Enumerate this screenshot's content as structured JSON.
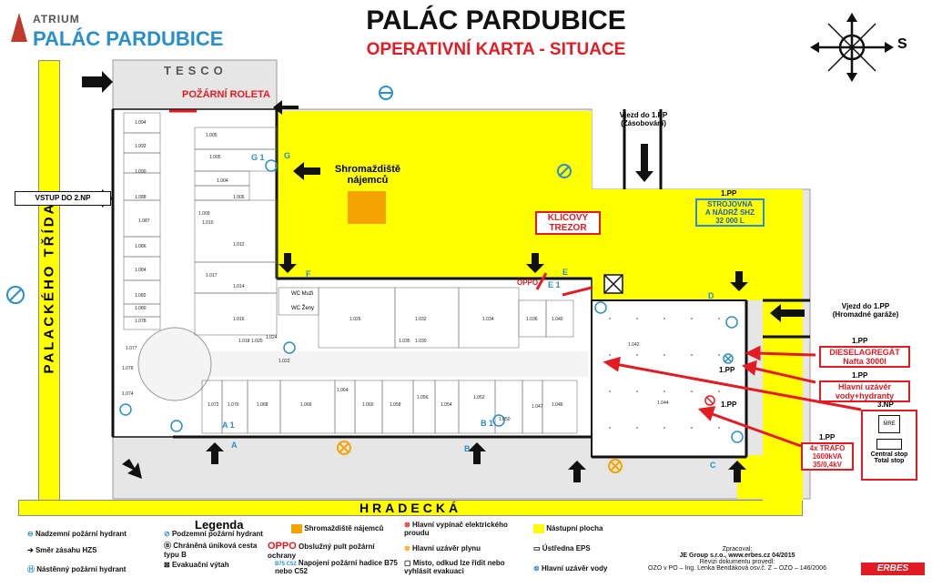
{
  "header": {
    "logo_small": "ATRIUM",
    "logo_big": "PALÁC PARDUBICE",
    "title": "PALÁC PARDUBICE",
    "subtitle": "OPERATIVNÍ KARTA - SITUACE",
    "compass_label": "S"
  },
  "streets": {
    "west": "PALACKÉHO TŘÍDA",
    "south": "HRADECKÁ"
  },
  "labels": {
    "tesco": "TESCO",
    "fire_shutter": "POŽÁRNÍ ROLETA",
    "entrance_2np": "VSTUP DO 2.NP",
    "assembly": "Shromaždiště\nnájemců",
    "entry_1pp_supply": "Vjezd do 1.PP\n(Zásobování)",
    "entry_1pp_garage": "Vjezd do 1.PP\n(Hromadné garáže)",
    "key_safe": "KLÍČOVÝ\nTREZOR",
    "engine_room_level": "1.PP",
    "engine_room": "STROJOVNA\nA NÁDRŽ SHZ\n32 000 L",
    "generator_level": "1.PP",
    "generator": "DIESELAGREGÁT\nNafta 3000l",
    "water_valve_level": "1.PP",
    "water_valve": "Hlavní uzávěr\nvody+hydranty",
    "central_stop_level": "3.NP",
    "central_stop": "Central stop\nTotal stop",
    "trafo_level": "1.PP",
    "trafo": "4x TRAFO\n1600kVA\n35/0,4kV",
    "oppo": "OPPO",
    "wc_men": "WC Muži",
    "wc_women": "WC Ženy",
    "pp1_a": "1.PP",
    "pp1_b": "1.PP"
  },
  "rooms": [
    "1.094",
    "1.092",
    "1.090",
    "1.088",
    "1.087",
    "1.086",
    "1.084",
    "1.082",
    "1.080",
    "1.078",
    "1.077",
    "1.076",
    "1.074",
    "1.005",
    "1.005",
    "1.004",
    "1.006",
    "1.009",
    "1.010",
    "1.012",
    "1.017",
    "1.014",
    "1.016",
    "1.018",
    "1.020",
    "1.022",
    "1.024",
    "1.026",
    "1.032",
    "1.035",
    "1.030",
    "1.034",
    "1.036",
    "1.040",
    "1.042",
    "1.044",
    "1.072",
    "1.070",
    "1.068",
    "1.066",
    "1.064",
    "1.060",
    "1.058",
    "1.056",
    "1.054",
    "1.052",
    "1.050",
    "1.047",
    "1.046"
  ],
  "entry_letters": [
    "A 1",
    "A",
    "B 1",
    "B",
    "C",
    "D",
    "E",
    "E 1",
    "F",
    "G",
    "G 1"
  ],
  "legend": {
    "title": "Legenda",
    "items": [
      "Nadzemní požární hydrant",
      "Podzemní požární hydrant",
      "Shromaždiště nájemců",
      "Hlavní vypínač elektrického proudu",
      "Nástupní plocha",
      "Směr zásahu HZS",
      "Chráněná úniková cesta typu B",
      "Obslužný pult požární ochrany",
      "Hlavní uzávěr plynu",
      "Ústředna EPS",
      "Nástěnný požární hydrant",
      "Evakuační výtah",
      "Napojení požární hadice B75 nebo C52",
      "Místo, odkud lze řídit nebo vyhlásit evakuaci",
      "Hlavní uzávěr vody"
    ],
    "oppo": "OPPO",
    "hose_codes": "B75  C52"
  },
  "credits": {
    "line1": "Zpracoval:",
    "line2": "JE Group s.r.o., www.erbes.cz 04/2015",
    "line3": "Revizi dokumentu provedl:",
    "line4": "OZO v PO – Ing. Lenka Bendáková osv.č. Z – OZO – 146/2006",
    "brand": "ERBES"
  },
  "colors": {
    "yellow": "#ffff00",
    "red": "#e31b23",
    "blue": "#2a8ec9",
    "orange": "#f5a300"
  }
}
